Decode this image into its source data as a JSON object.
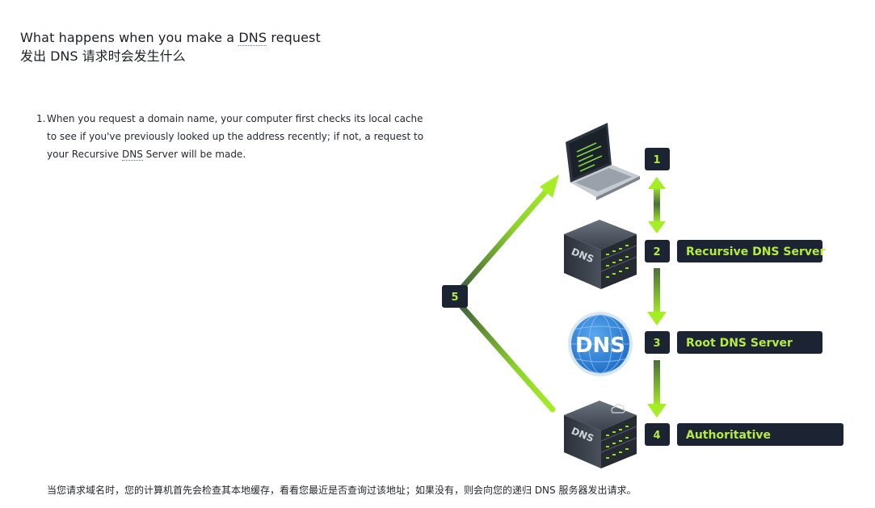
{
  "heading": {
    "en_prefix": "What happens when you make a ",
    "en_abbr": "DNS",
    "en_suffix": " request",
    "zh": "发出 DNS 请求时会发生什么"
  },
  "steps": [
    {
      "number": "1.",
      "text_before": "When you request a domain name, your computer first checks its local cache to see if you've previously looked up the address recently; if not, a request to your Recursive ",
      "text_abbr": "DNS",
      "text_after": " Server will be made."
    }
  ],
  "footer_note": "当您请求域名时，您的计算机首先会检查其本地缓存，看看您最近是否查询过该地址；如果没有，则会向您的递归 DNS 服务器发出请求。",
  "diagram": {
    "nodes": [
      {
        "number": "1",
        "label": "",
        "icon": "laptop-icon"
      },
      {
        "number": "2",
        "label": "Recursive DNS Server",
        "icon": "dns-server-icon"
      },
      {
        "number": "3",
        "label": "Root DNS Server",
        "icon": "dns-globe-icon"
      },
      {
        "number": "4",
        "label": "Authoritative",
        "icon": "authoritative-server-icon"
      }
    ],
    "return_step": "5",
    "server_tag": "DNS",
    "globe_text": "DNS",
    "colors": {
      "badge_bg": "#1c2434",
      "badge_text": "#b7ec3a",
      "arrow": "#9de72a",
      "globe": "#2b7fd6"
    }
  }
}
